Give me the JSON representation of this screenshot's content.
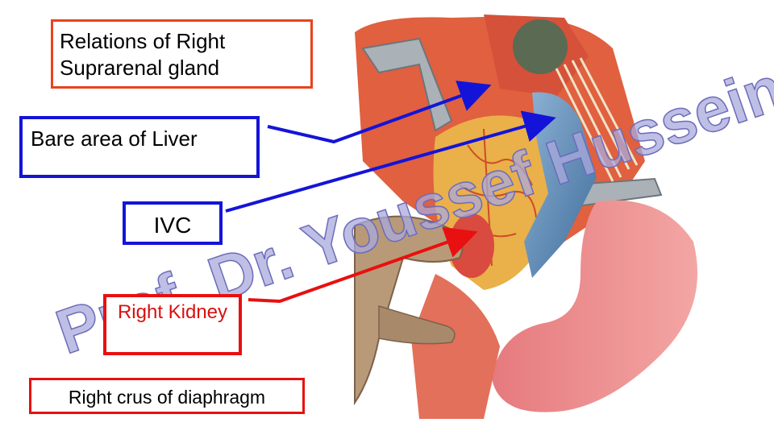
{
  "labels": {
    "title": "Relations of Right Suprarenal gland",
    "bare_area": "Bare area of Liver",
    "ivc": "IVC",
    "kidney": "Right Kidney",
    "crus": "Right crus of diaphragm"
  },
  "watermark": "Prof. Dr. Youssef Hussein",
  "colors": {
    "title_border": "#e8431e",
    "blue": "#1414d8",
    "red": "#e81010",
    "watermark": "#a9a9dc"
  }
}
